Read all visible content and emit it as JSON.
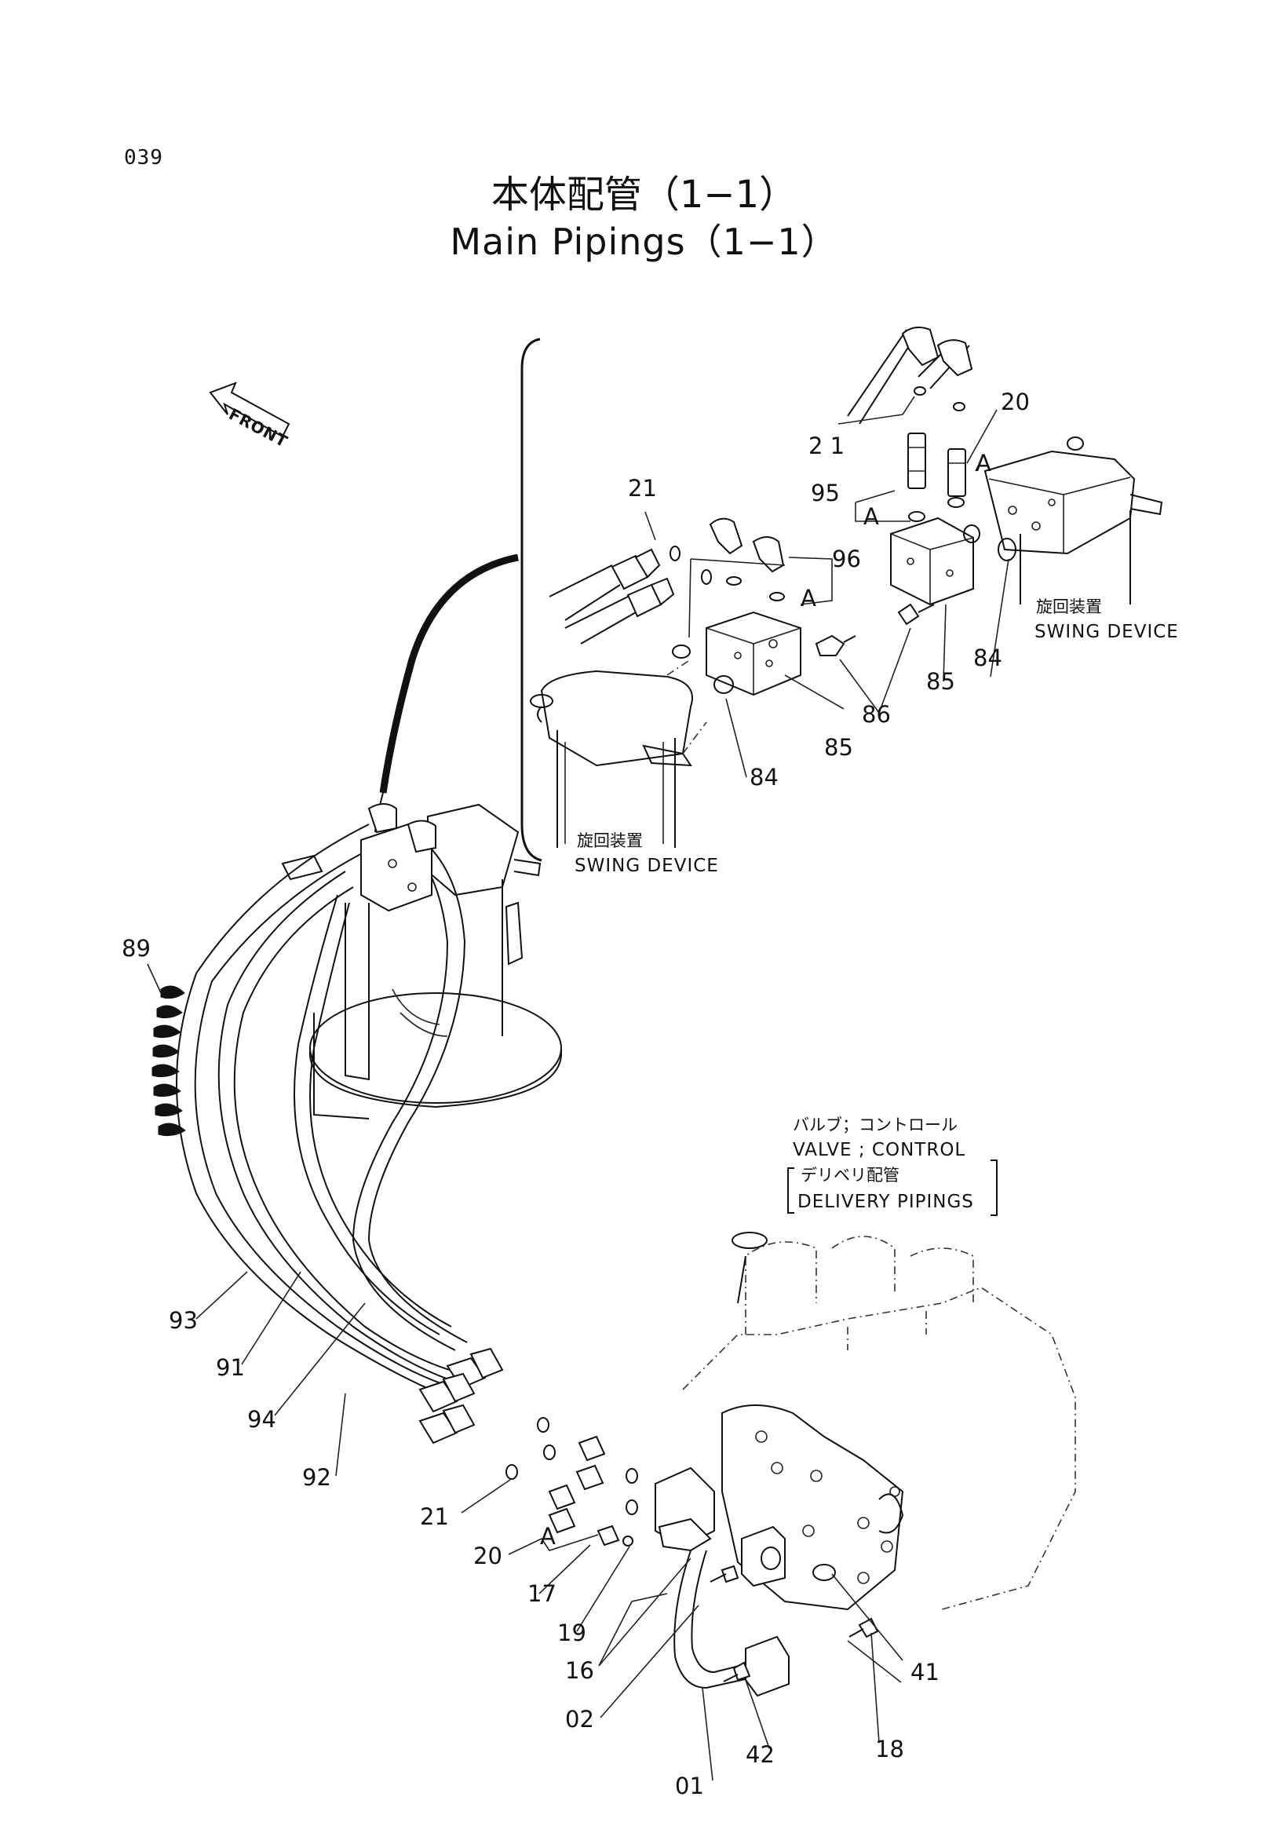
{
  "page_number": "039",
  "title_jp": "本体配管（1−1）",
  "title_en": "Main Pipings（1−1）",
  "front_label": "FRONT",
  "captions": {
    "swing_device_jp": "旋回装置",
    "swing_device_en": "SWING DEVICE",
    "valve_jp": "バルブ；コントロール",
    "valve_en": "VALVE ; CONTROL",
    "delivery_jp": "デリベリ配管",
    "delivery_en": "DELIVERY PIPINGS"
  },
  "callouts": {
    "c21_a": "21",
    "c21_b": "2 1",
    "c21_c": "21",
    "c20_a": "20",
    "c20_b": "20",
    "c95": "95",
    "c96": "96",
    "c85_a": "85",
    "c85_b": "85",
    "c84_a": "84",
    "c84_b": "84",
    "c86": "86",
    "c89": "89",
    "c93": "93",
    "c91": "91",
    "c94": "94",
    "c92": "92",
    "c17": "17",
    "c19": "19",
    "c16": "16",
    "c02": "02",
    "c01": "01",
    "c42": "42",
    "c18": "18",
    "c41": "41",
    "a1": "A",
    "a2": "A",
    "a3": "A",
    "a4": "A"
  }
}
